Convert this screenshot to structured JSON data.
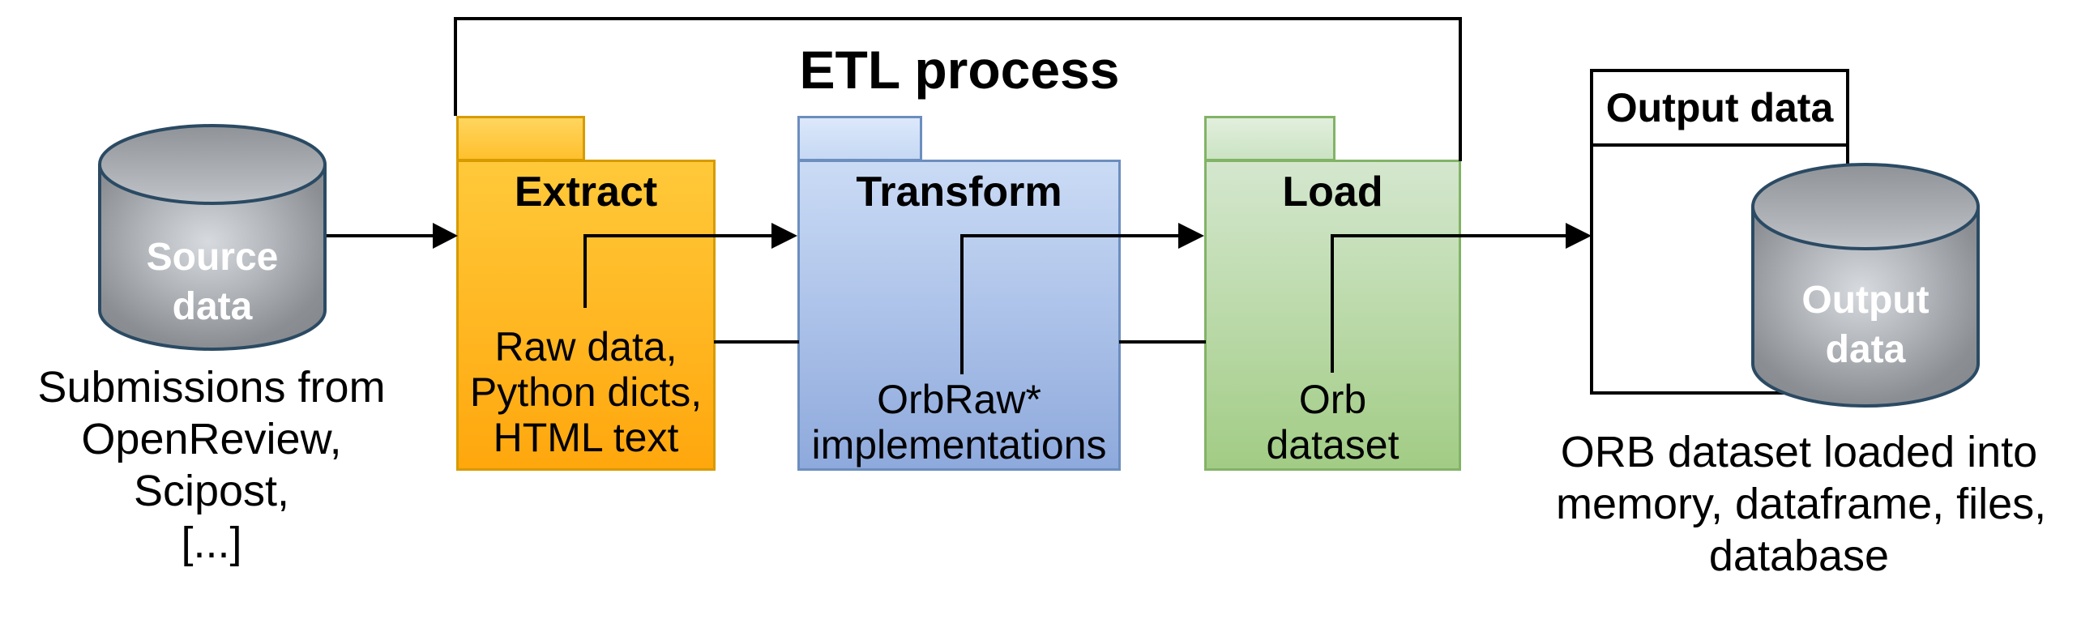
{
  "diagram_title": "ETL process",
  "source": {
    "cylinder_label_lines": [
      "Source",
      "data"
    ],
    "caption_lines": [
      "Submissions from",
      "OpenReview,",
      "Scipost,",
      "[...]"
    ]
  },
  "stages": [
    {
      "title": "Extract",
      "sublabel_lines": [
        "Raw data,",
        "Python dicts,",
        "HTML text"
      ],
      "fill_top": "#ffc93a",
      "fill_bottom": "#ffa70d",
      "border": "#d79b00"
    },
    {
      "title": "Transform",
      "sublabel_lines": [
        "OrbRaw*",
        "implementations"
      ],
      "fill_top": "#cadbf5",
      "fill_bottom": "#8ea9dc",
      "border": "#6c8ebf"
    },
    {
      "title": "Load",
      "sublabel_lines": [
        "Orb",
        "dataset"
      ],
      "fill_top": "#d4e7ce",
      "fill_bottom": "#a2cc85",
      "border": "#82b366"
    }
  ],
  "output": {
    "box_title": "Output data",
    "cylinder_label_lines": [
      "Output",
      "data"
    ],
    "caption_lines": [
      "ORB dataset loaded into",
      "memory, dataframe, files,",
      "database"
    ]
  },
  "colors": {
    "background": "#ffffff",
    "text": "#000000",
    "connector": "#000000",
    "cylinder_border": "#2b4a63",
    "cylinder_label_text": "#ffffff"
  }
}
